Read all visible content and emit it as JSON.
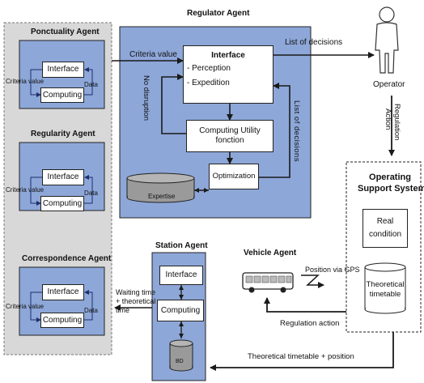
{
  "regulator_agent": {
    "title": "Regulator Agent",
    "interface": {
      "title": "Interface",
      "line1": "- Perception",
      "line2": "- Expedition"
    },
    "computing_utility": {
      "line1": "Computing Utility",
      "line2": "fonction"
    },
    "optimization": "Optimization",
    "expertise": "Expertise",
    "no_disruption": "No disruption",
    "list_of_decisions_vertical": "List of decisions",
    "criteria_value": "Criteria value",
    "list_of_decisions": "List of decisions"
  },
  "left_agents": [
    {
      "title": "Ponctuality Agent",
      "interface": "Interface",
      "computing": "Computing",
      "criteria": "Criteria value",
      "data": "Data"
    },
    {
      "title": "Regularity Agent",
      "interface": "Interface",
      "computing": "Computing",
      "criteria": "Criteria value",
      "data": "Data"
    },
    {
      "title": "Correspondence Agent",
      "interface": "Interface",
      "computing": "Computing",
      "criteria": "Criteria value",
      "data": "Data"
    }
  ],
  "operator": {
    "label": "Operator",
    "regulation_action_line1": "Regulation",
    "regulation_action_line2": "Action"
  },
  "operating_support": {
    "title_line1": "Operating",
    "title_line2": "Support System",
    "real_line1": "Real",
    "real_line2": "condition",
    "timetable_line1": "Theoretical",
    "timetable_line2": "timetable"
  },
  "station_agent": {
    "title": "Station Agent",
    "interface": "Interface",
    "computing": "Computing",
    "bd": "BD",
    "waiting_line1": "Waiting time",
    "waiting_line2": "+ theoretical",
    "waiting_line3": "time"
  },
  "vehicle_agent": {
    "title": "Vehicle Agent",
    "position_gps": "Position via GPS",
    "regulation_action": "Regulation action"
  },
  "bottom_label": "Theoretical timetable + position",
  "colors": {
    "panel_gray": "#d8d8d8",
    "agent_blue": "#8da7d8",
    "border": "#222222"
  }
}
